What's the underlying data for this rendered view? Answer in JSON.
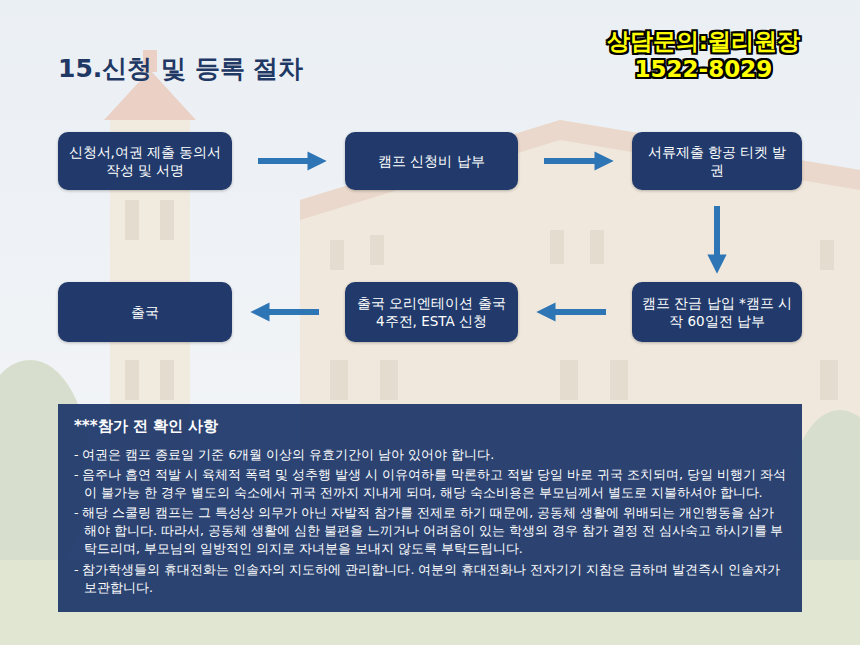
{
  "diagram": {
    "title": "15.신청 및 등록 절차",
    "nodes": [
      {
        "text": [
          "신청서,여권 제출 동의서 작성 및 서명"
        ]
      },
      {
        "text": [
          "캠프 신청비 납부"
        ]
      },
      {
        "text": [
          "서류제출 항공 티켓 발권"
        ]
      },
      {
        "text": [
          "캠프 잔금 납입 *캠프 시작 60일전 납부"
        ]
      },
      {
        "text": [
          "출국 오리엔테이션 출국 4주전, ESTA 신청"
        ]
      },
      {
        "text": [
          "출국"
        ]
      },
      {
        "text": [
          "***참가 전 확인 사항",
          "- 여권은 캠프 종료일 기준 6개월 이상의 유효기간이 남아 있어야 합니다.",
          "- 음주나 흡연 적발 시 육체적 폭력 및 성추행 발생 시 이유여하를 막론하고 적발 당일 바로 귀국 조치되며, 당일 비행기 좌석이 불가능 한 경우 별도의 숙소에서 귀국 전까지 지내게 되며, 해당 숙소비용은 부모님께서 별도로 지불하셔야 합니다.",
          "- 해당 스쿨링 캠프는 그 특성상 의무가 아닌 자발적 참가를 전제로 하기 때문에, 공동체 생활에 위배되는 개인행동을 삼가해야 합니다. 따라서, 공동체 생활에 심한 불편을 느끼거나 어려움이 있는 학생의 경우 참가 결정 전 심사숙고 하시기를 부탁드리며, 부모님의 일방적인 의지로 자녀분을 보내지 않도록 부탁드립니다.",
          "- 참가학생들의 휴대전화는 인솔자의 지도하에 관리합니다. 여분의 휴대전화나 전자기기 지참은 금하며 발견즉시 인솔자가 보관합니다."
        ]
      }
    ],
    "edges": [
      {
        "from": 0,
        "to": 1,
        "arrow": "to"
      },
      {
        "from": 1,
        "to": 2,
        "arrow": "to"
      },
      {
        "from": 2,
        "to": 3,
        "arrow": "to"
      },
      {
        "from": 3,
        "to": 4,
        "arrow": "to"
      },
      {
        "from": 4,
        "to": 5,
        "arrow": "to"
      }
    ],
    "labels": [
      "상담문의:윌리원장",
      "1522-8029"
    ]
  }
}
